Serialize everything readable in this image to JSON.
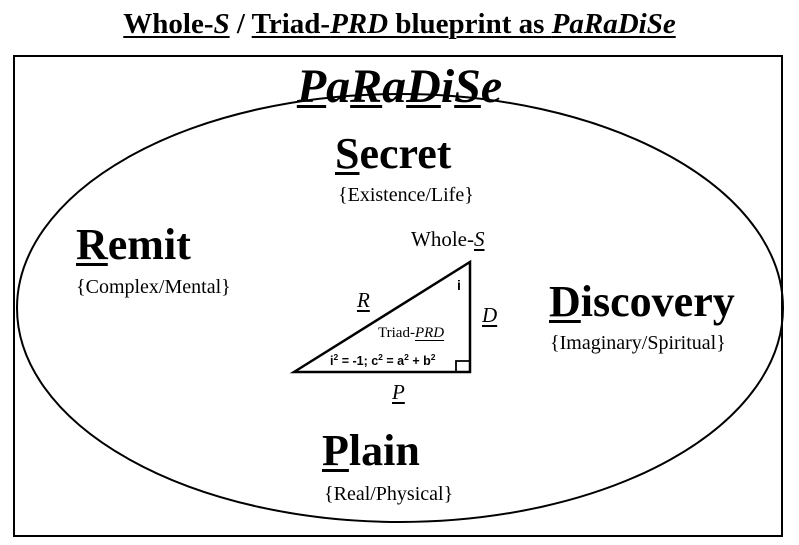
{
  "header": {
    "part_whole": "Whole-",
    "part_s": "S",
    "part_sep": " / ",
    "part_triad": "Triad-",
    "part_prd": "PRD",
    "part_blueprint": " blueprint as ",
    "part_paradise": "PaRaDiSe"
  },
  "title": {
    "p1": "P",
    "p2": "a",
    "p3": "R",
    "p4": "a",
    "p5": "D",
    "p6": "i",
    "p7": "S",
    "p8": "e"
  },
  "nodes": {
    "secret": {
      "initial": "S",
      "rest": "ecret",
      "subtitle": "{Existence/Life}"
    },
    "remit": {
      "initial": "R",
      "rest": "emit",
      "subtitle": "{Complex/Mental}"
    },
    "discovery": {
      "initial": "D",
      "rest": "iscovery",
      "subtitle": "{Imaginary/Spiritual}"
    },
    "plain": {
      "initial": "P",
      "rest": "lain",
      "subtitle": "{Real/Physical}"
    }
  },
  "triangle": {
    "whole_prefix": "Whole-",
    "whole_s": "S",
    "side_r": "R",
    "side_d": "D",
    "side_p": "P",
    "angle_i": "i",
    "triad_prefix": "Triad-",
    "triad_prd": "PRD",
    "formula": {
      "i": "i",
      "exp1": "2",
      "mid1": " = -1; c",
      "exp2": "2",
      "mid2": " = a",
      "exp3": "2",
      "mid3": " + b",
      "exp4": "2"
    }
  },
  "colors": {
    "ink": "#000000",
    "background": "#ffffff"
  }
}
